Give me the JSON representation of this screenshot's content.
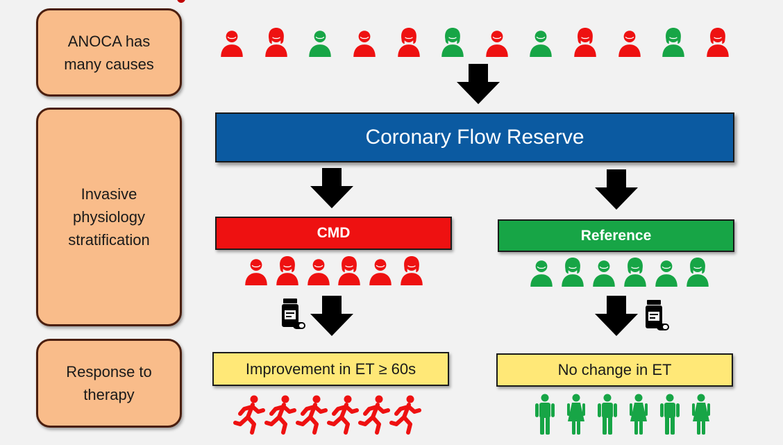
{
  "stages": {
    "causes": {
      "label": "ANOCA has\nmany causes"
    },
    "stratification": {
      "label": "Invasive\nphysiology\nstratification"
    },
    "response": {
      "label": "Response to\ntherapy"
    }
  },
  "cfr": {
    "label": "Coronary Flow Reserve"
  },
  "groups": {
    "cmd": {
      "label": "CMD",
      "result": "Improvement in ET ≥ 60s"
    },
    "reference": {
      "label": "Reference",
      "result": "No change in ET"
    }
  },
  "colors": {
    "red": "#ee1111",
    "green": "#17a546",
    "blue": "#0b5aa1",
    "peach": "#f9bc8a",
    "yellow": "#ffe877"
  },
  "population": {
    "top_row": [
      "red-male",
      "red-female",
      "green-male",
      "red-male",
      "red-female",
      "green-female",
      "red-male",
      "green-male",
      "red-female",
      "red-male",
      "green-female",
      "red-female"
    ],
    "cmd_row": [
      "red-male",
      "red-female",
      "red-male",
      "red-female",
      "red-male",
      "red-female"
    ],
    "reference_row": [
      "green-male",
      "green-female",
      "green-male",
      "green-female",
      "green-male",
      "green-female"
    ]
  },
  "icons": {
    "person": "person-icon",
    "medication": "pill-bottle-icon",
    "runner": "running-person-icon",
    "standing": "standing-person-icon",
    "arrow": "down-arrow-icon"
  }
}
